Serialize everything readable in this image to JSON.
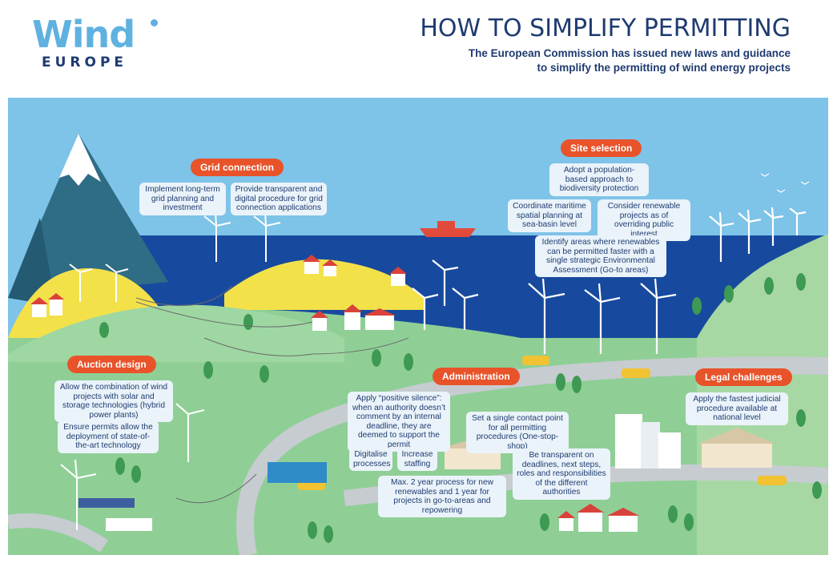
{
  "header": {
    "logo_top": "Wind",
    "logo_bottom": "EUROPE",
    "title": "HOW TO SIMPLIFY PERMITTING",
    "subtitle_line1": "The European Commission has issued new laws and guidance",
    "subtitle_line2": "to simplify the permitting of wind energy projects"
  },
  "sections": {
    "grid_connection": {
      "title": "Grid connection",
      "items": [
        "Implement long-term grid planning and investment",
        "Provide transparent and digital procedure for grid connection applications"
      ]
    },
    "site_selection": {
      "title": "Site selection",
      "items": [
        "Adopt a population-based approach to biodiversity protection",
        "Coordinate maritime spatial planning at sea-basin level",
        "Consider renewable projects as of overriding public interest",
        "Identify areas where renewables can be permitted faster with a single strategic Environmental Assessment (Go-to areas)"
      ]
    },
    "auction_design": {
      "title": "Auction design",
      "items": [
        "Allow the combination of wind projects with solar and storage technologies (hybrid power plants)",
        "Ensure permits allow the deployment of state-of-the-art technology"
      ]
    },
    "administration": {
      "title": "Administration",
      "items": [
        "Apply “positive silence”: when an authority doesn’t comment by an internal deadline, they are deemed to support the permit",
        "Set a single contact point for all permitting procedures (One-stop-shop)",
        "Digitalise processes",
        "Increase staffing",
        "Be transparent on deadlines, next steps, roles and responsibilities of the different authorities",
        "Max. 2 year process for new renewables and 1 year for projects in go-to-areas and repowering"
      ]
    },
    "legal_challenges": {
      "title": "Legal challenges",
      "items": [
        "Apply the fastest judicial procedure available at national level"
      ]
    }
  },
  "colors": {
    "navy": "#1f3b70",
    "logo_blue": "#5fb1e0",
    "accent": "#e8532a",
    "sky": "#7ec3e8",
    "sea": "#174a9e",
    "land": "#8fcf96",
    "road": "#c7ccd1",
    "hill_yellow": "#f3e14a",
    "box_fill": "#eaf3fa"
  }
}
